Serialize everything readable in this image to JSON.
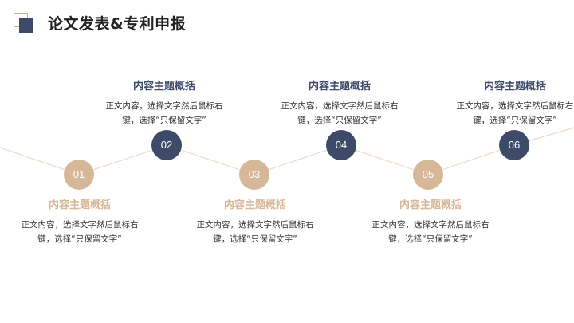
{
  "header": {
    "title": "论文发表&专利申报"
  },
  "colors": {
    "navy": "#3d4a68",
    "gold": "#d6b898",
    "line": "#ecdccc"
  },
  "steps": [
    {
      "number": "01",
      "heading": "内容主题概括",
      "body_line1": "正文内容，选择文字然后鼠标右",
      "body_line2": "键，选择“只保留文字”"
    },
    {
      "number": "02",
      "heading": "内容主题概括",
      "body_line1": "正文内容，选择文字然后鼠标右",
      "body_line2": "键，选择“只保留文字”"
    },
    {
      "number": "03",
      "heading": "内容主题概括",
      "body_line1": "正文内容，选择文字然后鼠标右",
      "body_line2": "键，选择“只保留文字”"
    },
    {
      "number": "04",
      "heading": "内容主题概括",
      "body_line1": "正文内容，选择文字然后鼠标右",
      "body_line2": "键，选择“只保留文字”"
    },
    {
      "number": "05",
      "heading": "内容主题概括",
      "body_line1": "正文内容，选择文字然后鼠标右",
      "body_line2": "键，选择“只保留文字”"
    },
    {
      "number": "06",
      "heading": "内容主题概括",
      "body_line1": "正文内容，选择文字然后鼠标右",
      "body_line2": "键，选择“只保留文字”"
    }
  ]
}
